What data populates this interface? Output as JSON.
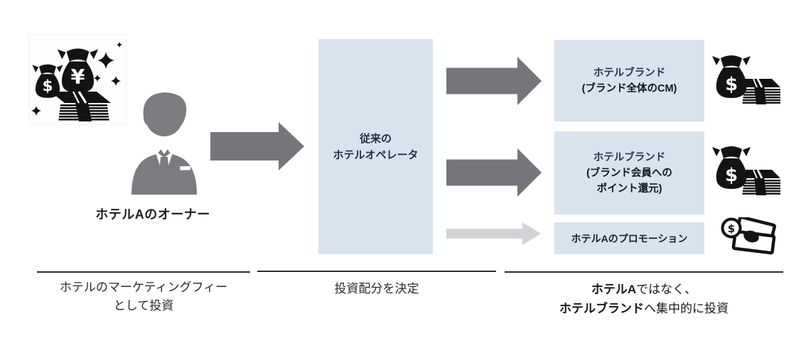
{
  "diagram": {
    "owner": {
      "label": "ホテルAのオーナー",
      "money_image_icon": "money-bags-cash-sparkles-icon",
      "person_icon": "businessman-icon"
    },
    "operator": {
      "line1": "従来の",
      "line2": "ホテルオペレータ"
    },
    "destinations": [
      {
        "line1": "ホテルブランド",
        "line2": "(ブランド全体のCM)",
        "icon": "money-bag-cash-icon"
      },
      {
        "line1": "ホテルブランド",
        "line2": "(ブランド会員への",
        "line3": "ポイント還元)",
        "icon": "money-bag-cash-icon"
      },
      {
        "line1": "ホテルAのプロモーション",
        "icon": "coin-banknotes-icon"
      }
    ],
    "captions": [
      {
        "line1": "ホテルのマーケティングフィー",
        "line2": "として投資"
      },
      {
        "line1": "投資配分を決定"
      },
      {
        "bold1": "ホテルA",
        "text1": "ではなく、",
        "bold2": "ホテルブランド",
        "text2": "へ集中的に投資"
      }
    ],
    "icon_symbols": {
      "dollar": "$",
      "yen": "¥"
    },
    "colors": {
      "box_fill": "#d9e3ee",
      "arrow_dark": "#77757b",
      "arrow_light": "#d2d3d6",
      "text_navy": "#1d3043",
      "icon_black": "#131313",
      "person_gray": "#7b7b80",
      "rule": "#2d2d2d"
    }
  }
}
